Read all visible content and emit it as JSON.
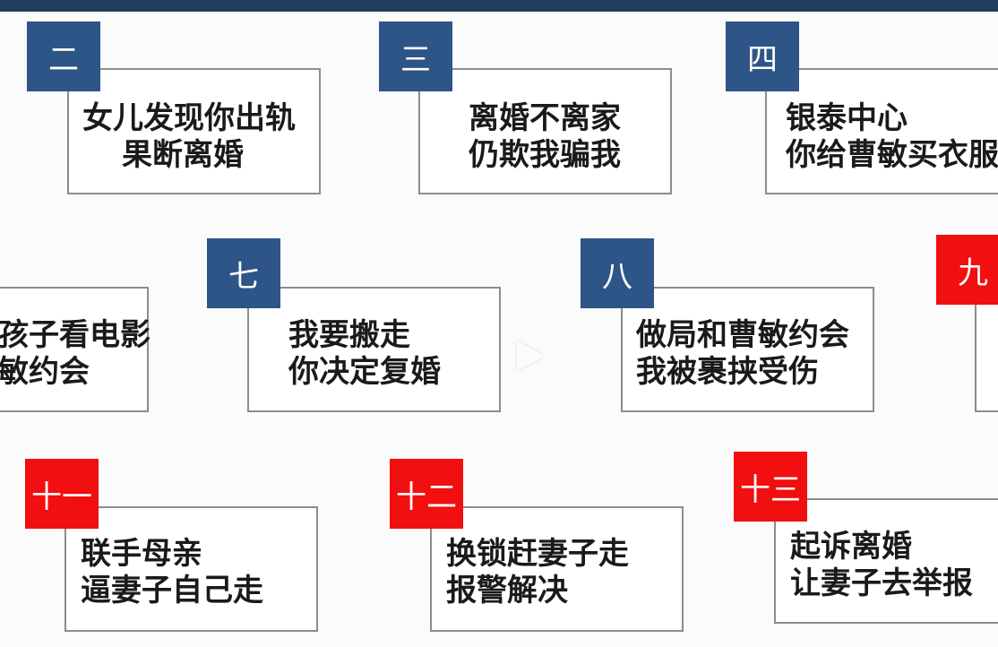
{
  "items": [
    {
      "badge": "二",
      "badge_color": "#2d5587",
      "lines": [
        "女儿发现你出轨",
        "果断离婚"
      ]
    },
    {
      "badge": "三",
      "badge_color": "#2d5587",
      "lines": [
        "离婚不离家",
        "仍欺我骗我"
      ]
    },
    {
      "badge": "四",
      "badge_color": "#2d5587",
      "lines": [
        "银泰中心",
        "你给曹敏买衣服"
      ]
    },
    {
      "badge": "",
      "badge_color": "",
      "lines": [
        "孩子看电影",
        "敏约会"
      ]
    },
    {
      "badge": "七",
      "badge_color": "#2d5587",
      "lines": [
        "我要搬走",
        "你决定复婚"
      ]
    },
    {
      "badge": "八",
      "badge_color": "#2d5587",
      "lines": [
        "做局和曹敏约会",
        "我被裹挟受伤"
      ]
    },
    {
      "badge": "九",
      "badge_color": "#f20f0f",
      "lines": []
    },
    {
      "badge": "十一",
      "badge_color": "#f20f0f",
      "lines": [
        "联手母亲",
        "逼妻子自己走"
      ]
    },
    {
      "badge": "十二",
      "badge_color": "#f20f0f",
      "lines": [
        "换锁赶妻子走",
        "报警解决"
      ]
    },
    {
      "badge": "十三",
      "badge_color": "#f20f0f",
      "lines": [
        "起诉离婚",
        "让妻子去举报"
      ]
    }
  ],
  "play_button": "play-icon"
}
